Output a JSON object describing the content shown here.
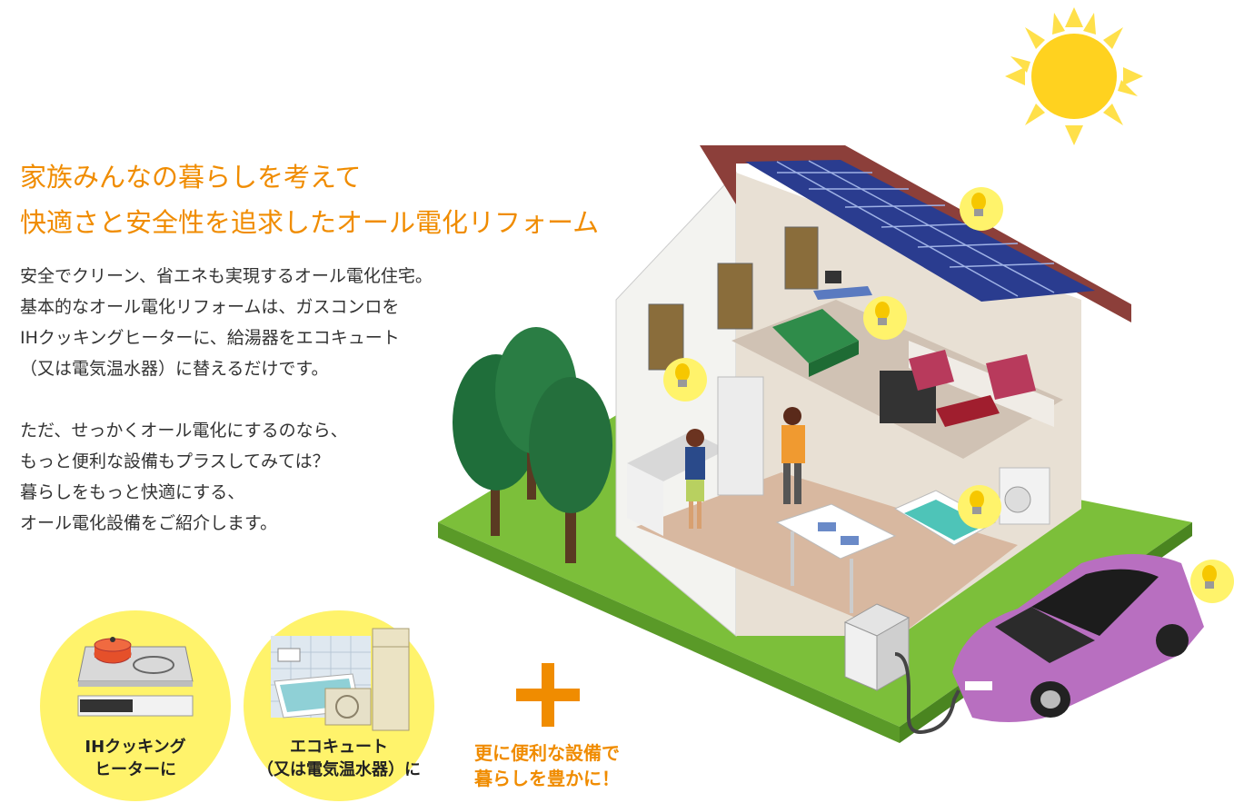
{
  "heading": {
    "line1": "家族みんなの暮らしを考えて",
    "line2": "快適さと安全性を追求したオール電化リフォーム"
  },
  "body": {
    "lines": [
      "安全でクリーン、省エネも実現するオール電化住宅。",
      "基本的なオール電化リフォームは、ガスコンロを",
      "IHクッキングヒーターに、給湯器をエコキュート",
      "（又は電気温水器）に替えるだけです。",
      "",
      "ただ、せっかくオール電化にするのなら、",
      "もっと便利な設備もプラスしてみては？",
      "暮らしをもっと快適にする、",
      "オール電化設備をご紹介します。"
    ]
  },
  "features": [
    {
      "label_line1": "IHクッキング",
      "label_line2": "ヒーターに",
      "icon": "ih-cooktop-icon"
    },
    {
      "label_line1": "エコキュート",
      "label_line2": "（又は電気温水器）に",
      "icon": "eco-cute-icon"
    }
  ],
  "plus": {
    "symbol_icon": "plus-icon",
    "line1": "更に便利な設備で",
    "line2": "暮らしを豊かに！"
  },
  "colors": {
    "accent": "#f08c00",
    "circle": "#fff36b",
    "lawn": "#7cbf3a",
    "solar_panel": "#2a3c8f",
    "car": "#b86fc0",
    "sun": "#ffd21f"
  }
}
